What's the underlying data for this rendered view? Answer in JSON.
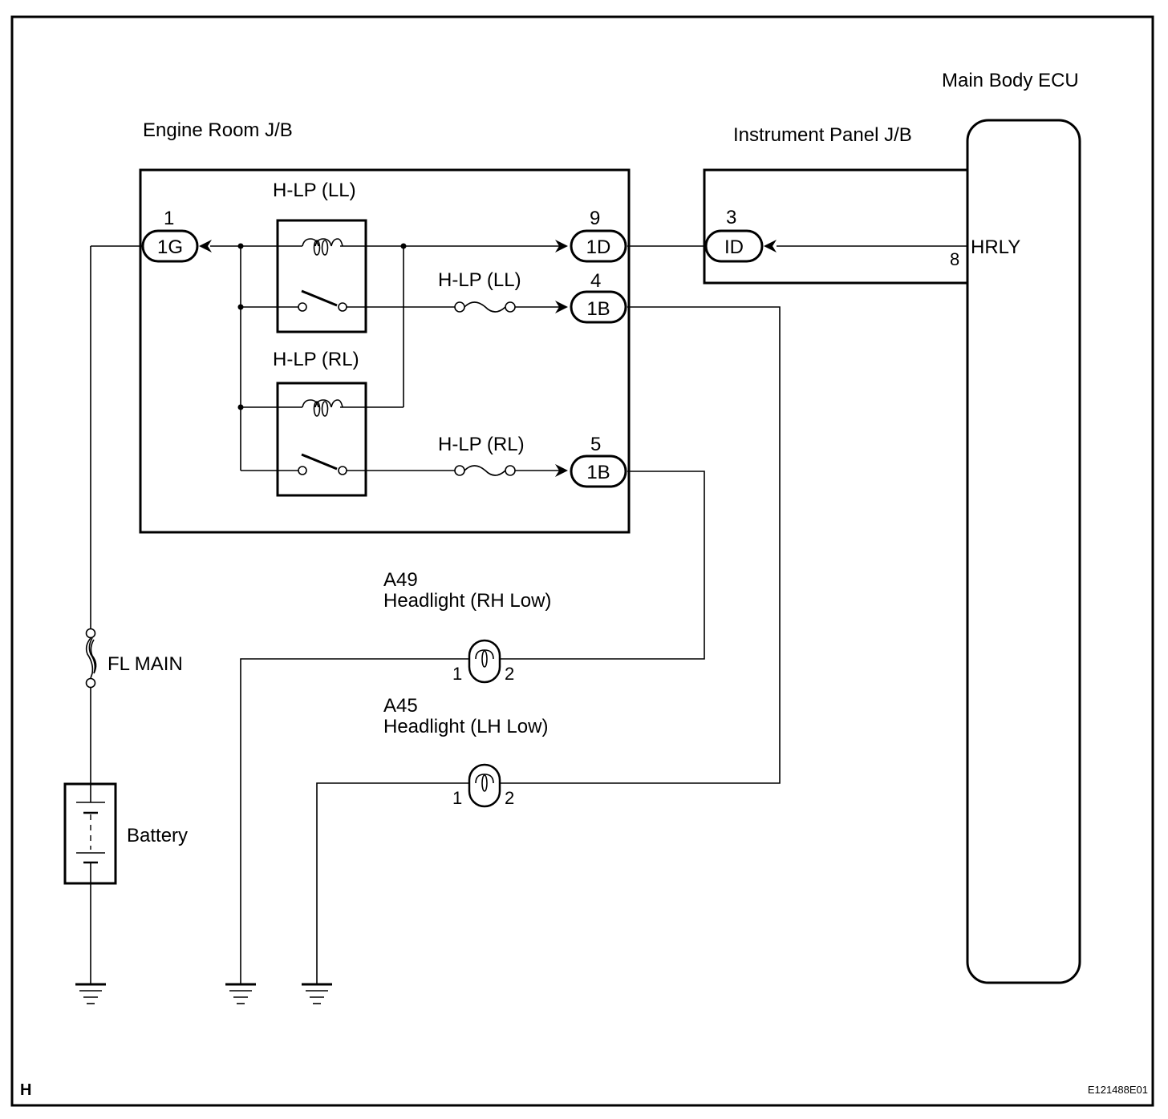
{
  "diagram": {
    "title_labels": {
      "engine_room_jb": "Engine Room J/B",
      "instrument_panel_jb": "Instrument Panel J/B",
      "main_body_ecu": "Main Body ECU"
    },
    "relays": {
      "ll_relay": "H-LP (LL)",
      "rl_relay": "H-LP (RL)"
    },
    "fuses": {
      "ll_fuse": "H-LP (LL)",
      "rl_fuse": "H-LP (RL)",
      "main_fuse": "FL MAIN"
    },
    "connectors": {
      "c_1g": {
        "pin": "1",
        "code": "1G"
      },
      "c_1d": {
        "pin": "9",
        "code": "1D"
      },
      "c_1b_ll": {
        "pin": "4",
        "code": "1B"
      },
      "c_1b_rl": {
        "pin": "5",
        "code": "1B"
      },
      "c_id": {
        "pin": "3",
        "code": "ID"
      }
    },
    "ecu": {
      "terminal_name": "HRLY",
      "terminal_pin": "8"
    },
    "headlights": {
      "rh": {
        "code": "A49",
        "name": "Headlight (RH Low)",
        "pin1": "1",
        "pin2": "2"
      },
      "lh": {
        "code": "A45",
        "name": "Headlight (LH Low)",
        "pin1": "1",
        "pin2": "2"
      }
    },
    "battery_label": "Battery",
    "corner_letter": "H",
    "figure_id": "E121488E01"
  }
}
